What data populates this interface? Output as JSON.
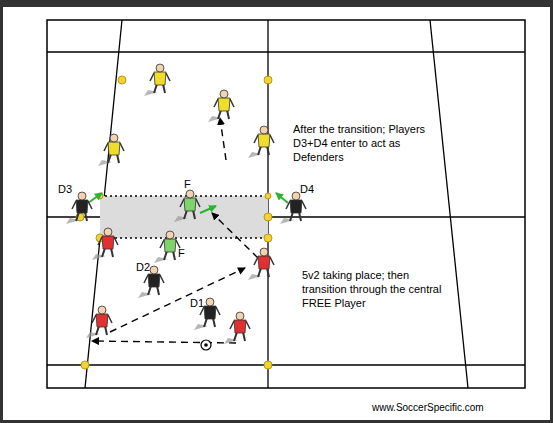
{
  "diagram": {
    "labels": [
      "After the transition; Players D3+D4 enter to act as Defenders",
      "5v2 taking place; then transition through the central FREE Player",
      "www.SoccerSpecific.com",
      "D3",
      "D4",
      "F",
      "F",
      "D2",
      "D1"
    ]
  }
}
